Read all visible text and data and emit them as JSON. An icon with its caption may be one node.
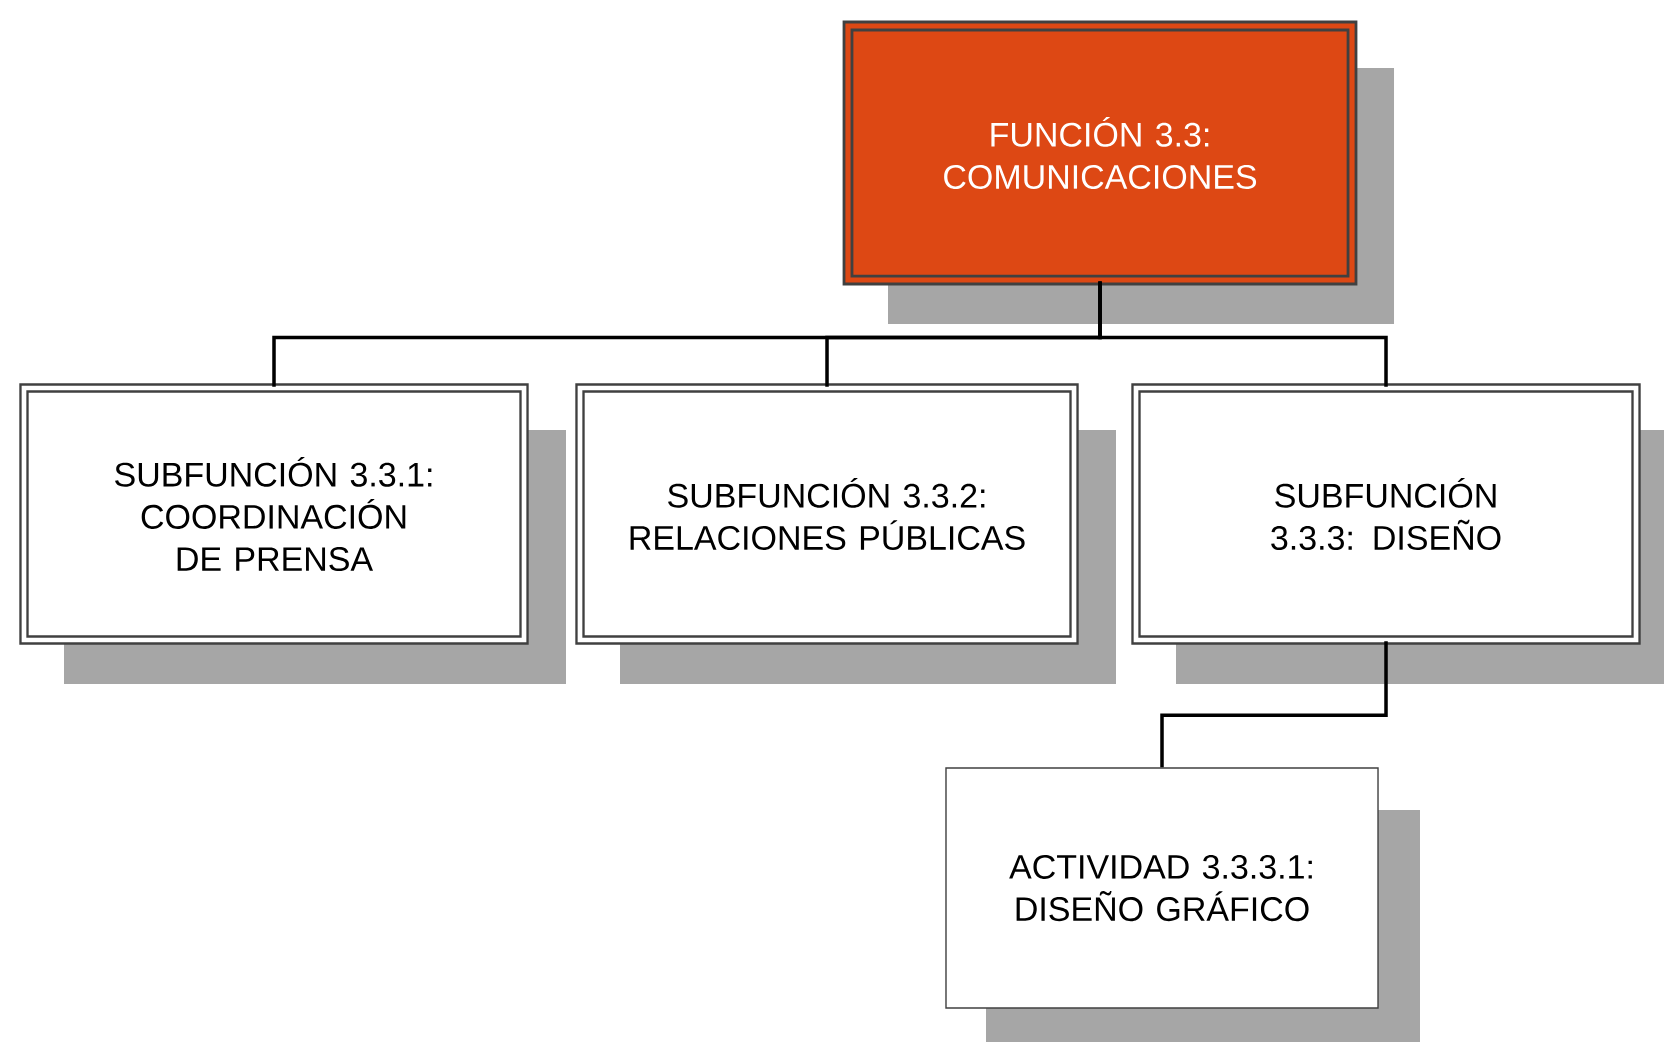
{
  "diagram": {
    "nodes": [
      {
        "text": [
          "FUNCIÓN 3.3: COMUNICACIONES"
        ]
      },
      {
        "text": [
          "SUBFUNCIÓN 3.3.1: COORDINACIÓN DE PRENSA"
        ]
      },
      {
        "text": [
          "SUBFUNCIÓN 3.3.2: RELACIONES PÚBLICAS"
        ]
      },
      {
        "text": [
          "SUBFUNCIÓN 3.3.3: DISEÑO"
        ]
      },
      {
        "text": [
          "ACTIVIDAD 3.3.3.1: DISEÑO GRÁFICO"
        ]
      }
    ],
    "edges": [
      {
        "from": 0,
        "to": 1,
        "arrow": "none"
      },
      {
        "from": 0,
        "to": 2,
        "arrow": "none"
      },
      {
        "from": 0,
        "to": 3,
        "arrow": "none"
      },
      {
        "from": 3,
        "to": 4,
        "arrow": "none"
      }
    ]
  }
}
